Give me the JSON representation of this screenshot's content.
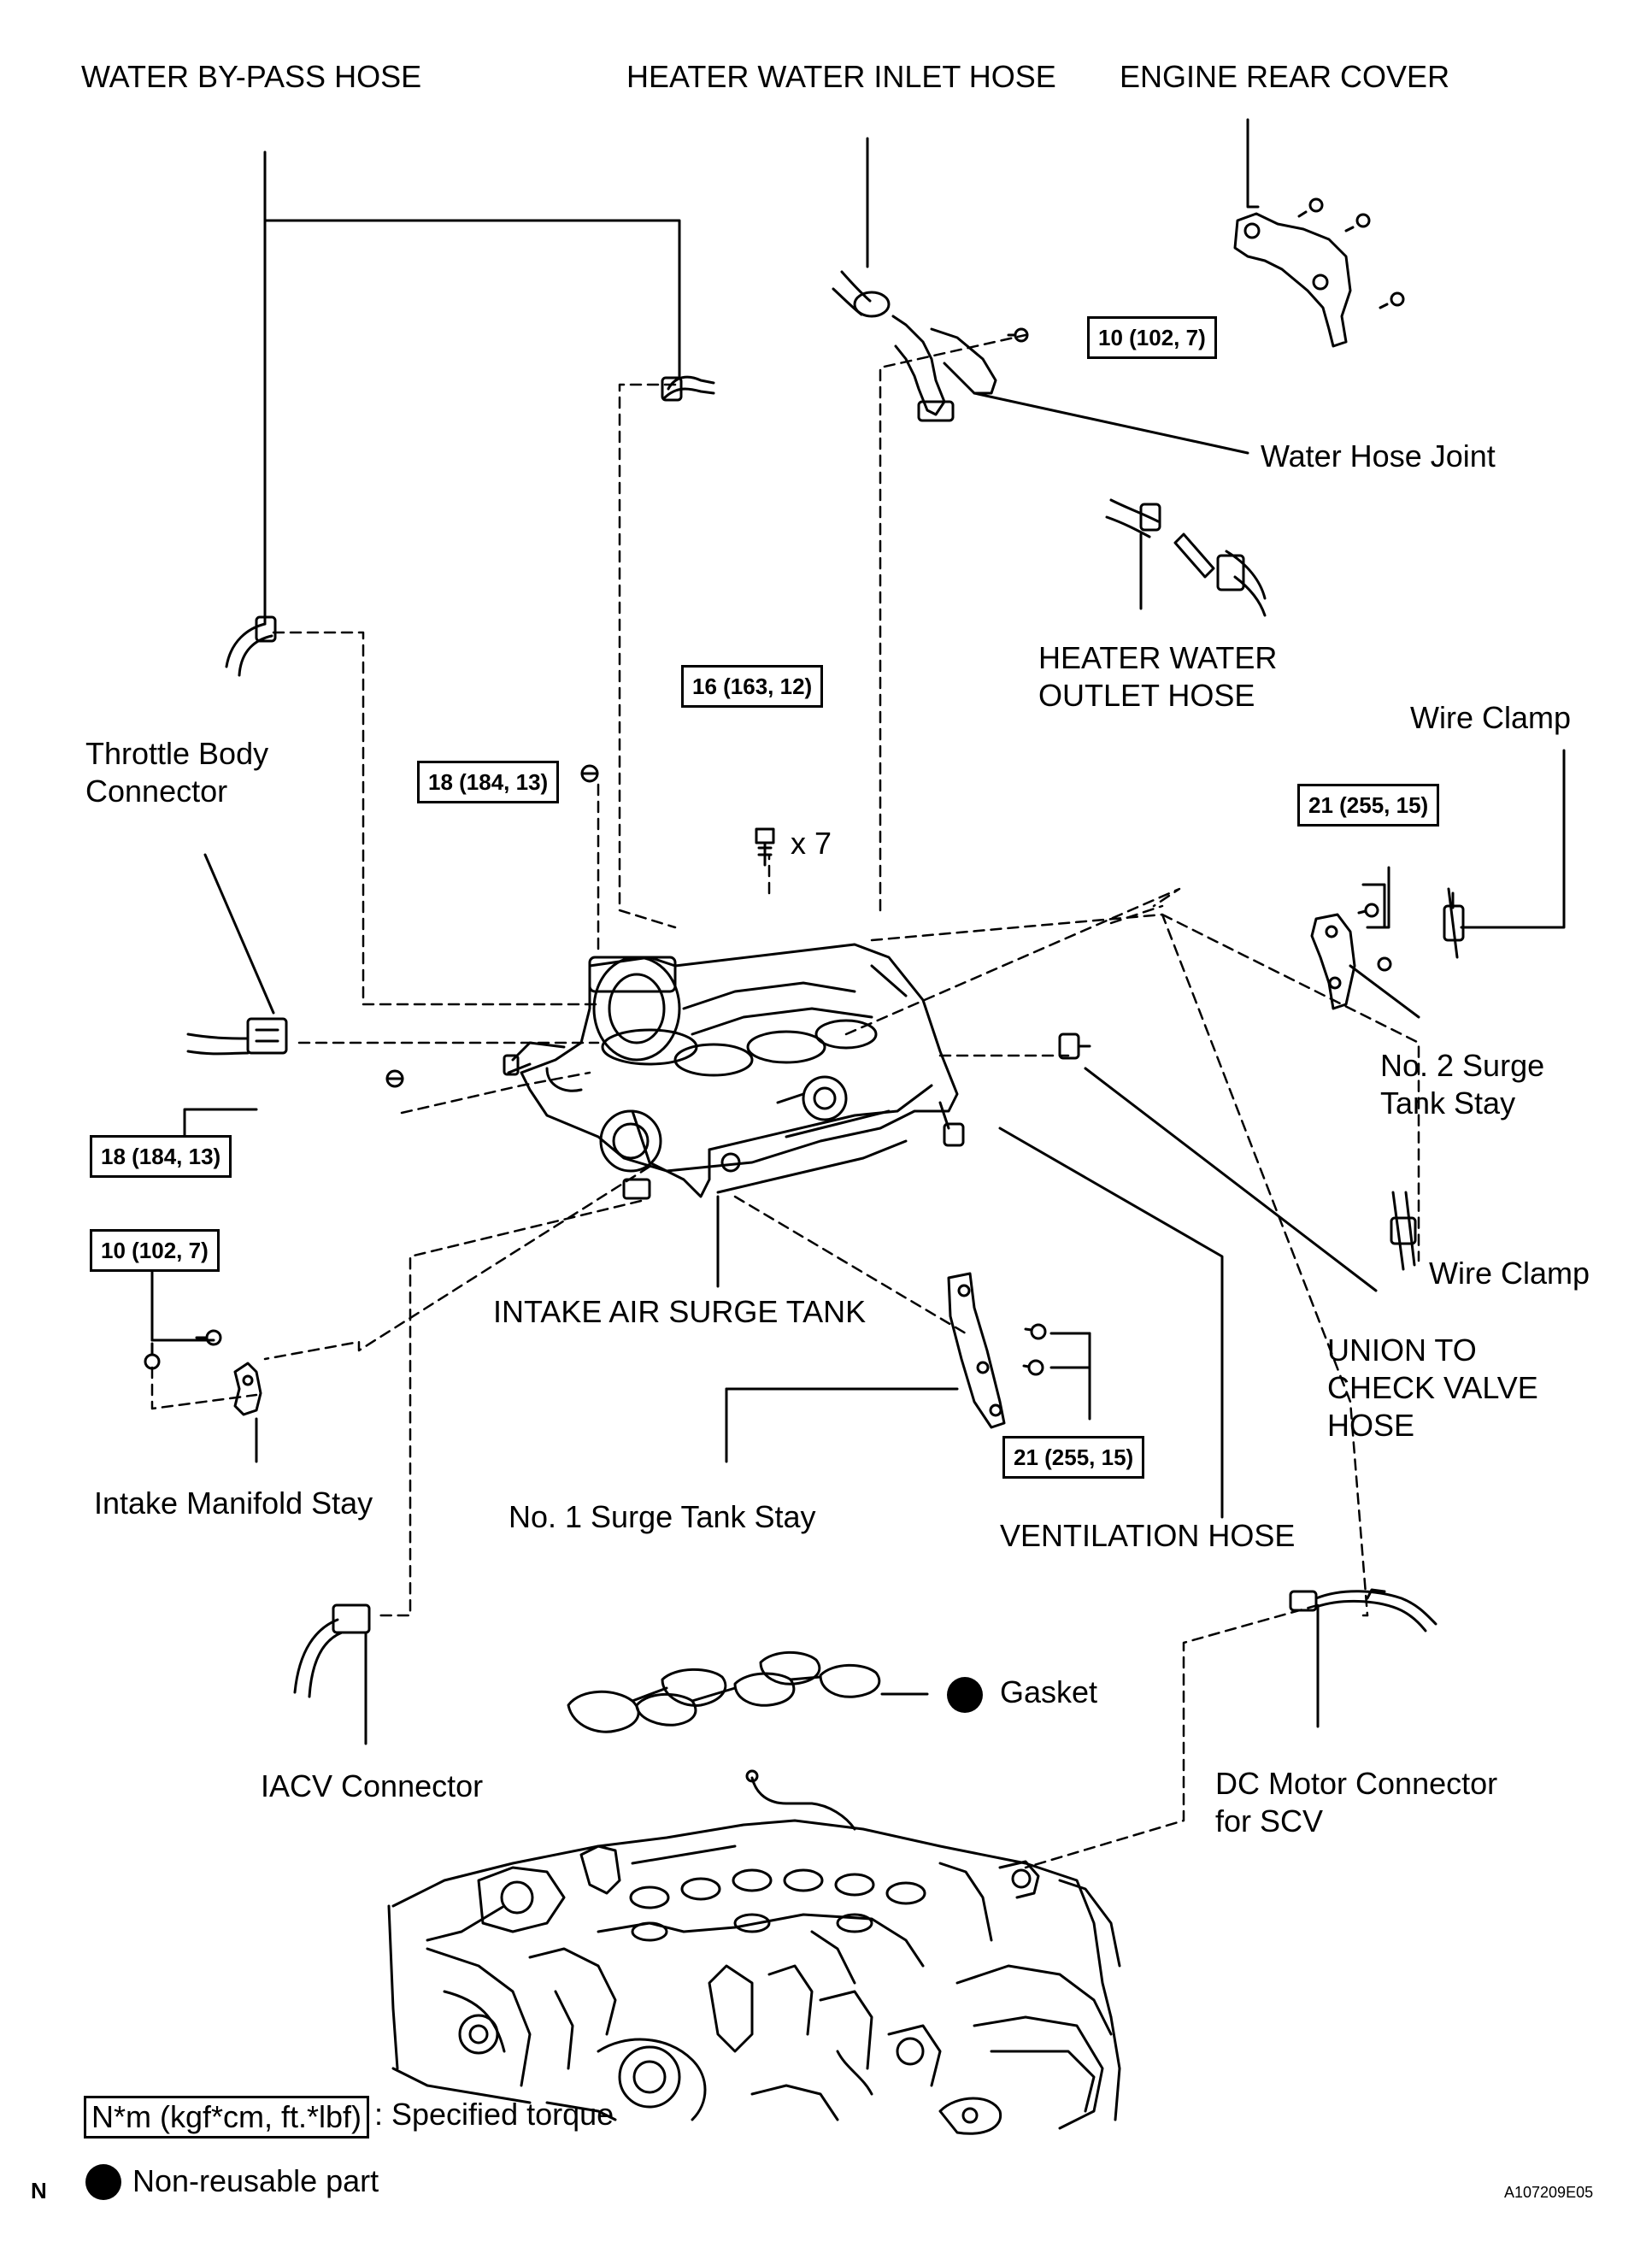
{
  "labels": {
    "water_bypass_hose": "WATER BY-PASS HOSE",
    "heater_water_inlet_hose": "HEATER WATER INLET HOSE",
    "engine_rear_cover": "ENGINE REAR COVER",
    "water_hose_joint": "Water Hose Joint",
    "heater_water_outlet_hose": "HEATER WATER\nOUTLET HOSE",
    "throttle_body_connector": "Throttle Body\nConnector",
    "wire_clamp_top": "Wire Clamp",
    "no2_surge_tank_stay": "No. 2 Surge\nTank Stay",
    "wire_clamp_bottom": "Wire Clamp",
    "intake_air_surge_tank": "INTAKE AIR SURGE TANK",
    "union_to_check_valve_hose": "UNION TO\nCHECK VALVE\nHOSE",
    "intake_manifold_stay": "Intake Manifold Stay",
    "no1_surge_tank_stay": "No. 1 Surge Tank Stay",
    "ventilation_hose": "VENTILATION HOSE",
    "gasket": "Gasket",
    "iacv_connector": "IACV Connector",
    "dc_motor_connector": "DC Motor Connector\nfor SCV",
    "bolt_count": "x 7"
  },
  "torque": {
    "heater_joint": "10 (102, 7)",
    "surge_tank_bolts": "16 (163, 12)",
    "nut_upper": "18 (184, 13)",
    "nut_lower": "18 (184, 13)",
    "no2_stay": "21 (255, 15)",
    "manifold_stay": "10 (102, 7)",
    "no1_stay": "21 (255, 15)"
  },
  "legend": {
    "torque_unit": "N*m (kgf*cm, ft.*lbf)",
    "torque_text": ": Specified torque",
    "non_reusable": "Non-reusable part"
  },
  "footer": {
    "north_mark": "N",
    "figure_code": "A107209E05"
  }
}
